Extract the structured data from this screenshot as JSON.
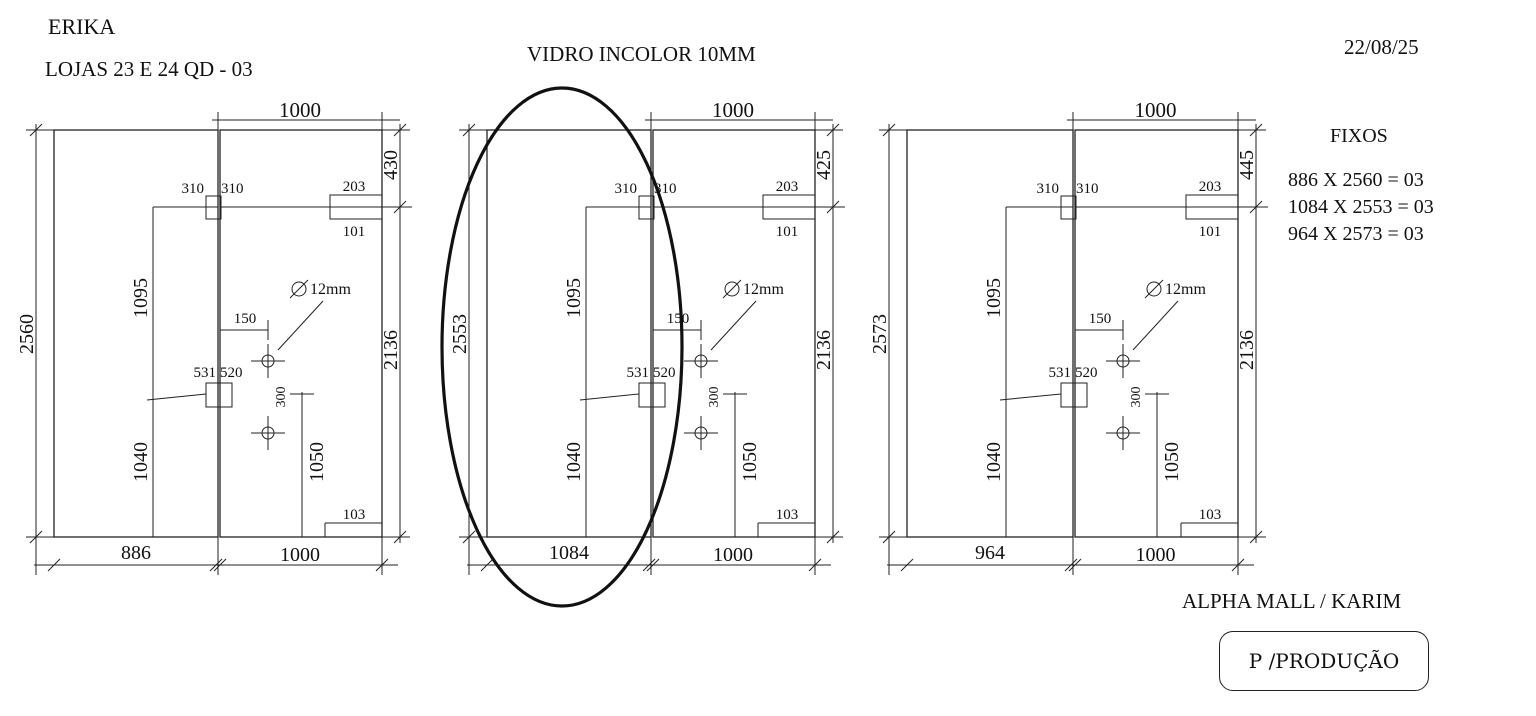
{
  "header": {
    "client": "ERIKA",
    "location": "LOJAS  23  E 24  QD - 03",
    "material": "VIDRO INCOLOR 10MM",
    "date": "22/08/25"
  },
  "fixos": {
    "title": "FIXOS",
    "items": [
      "886 X 2560 = 03",
      "1084 X 2553 = 03",
      "964 X 2573 = 03"
    ]
  },
  "footer": {
    "company": "ALPHA MALL / KARIM",
    "stamp": "P /PRODUÇÃO"
  },
  "panels": [
    {
      "name": "panel-1",
      "fixed_width": "886",
      "door_width": "1000",
      "top_width": "1000",
      "total_height": "2560",
      "door_height": "2136",
      "top_gap": "430",
      "upper_height": "1095",
      "lower_height": "1040",
      "handle_height": "1050",
      "handle_spacing": "300",
      "handle_offset": "150",
      "hole_label": "12mm",
      "hinge_top_left": "310",
      "hinge_top_right": "310",
      "hinge_mid_left": "531",
      "hinge_mid_right": "520",
      "lock_top": "203",
      "lock_bottom": "101",
      "floor_lock": "103"
    },
    {
      "name": "panel-2",
      "fixed_width": "1084",
      "door_width": "1000",
      "top_width": "1000",
      "total_height": "2553",
      "door_height": "2136",
      "top_gap": "425",
      "upper_height": "1095",
      "lower_height": "1040",
      "handle_height": "1050",
      "handle_spacing": "300",
      "handle_offset": "150",
      "hole_label": "12mm",
      "hinge_top_left": "310",
      "hinge_top_right": "310",
      "hinge_mid_left": "531",
      "hinge_mid_right": "520",
      "lock_top": "203",
      "lock_bottom": "101",
      "floor_lock": "103"
    },
    {
      "name": "panel-3",
      "fixed_width": "964",
      "door_width": "1000",
      "top_width": "1000",
      "total_height": "2573",
      "door_height": "2136",
      "top_gap": "445",
      "upper_height": "1095",
      "lower_height": "1040",
      "handle_height": "1050",
      "handle_spacing": "300",
      "handle_offset": "150",
      "hole_label": "12mm",
      "hinge_top_left": "310",
      "hinge_top_right": "310",
      "hinge_mid_left": "531",
      "hinge_mid_right": "520",
      "lock_top": "203",
      "lock_bottom": "101",
      "floor_lock": "103"
    }
  ]
}
